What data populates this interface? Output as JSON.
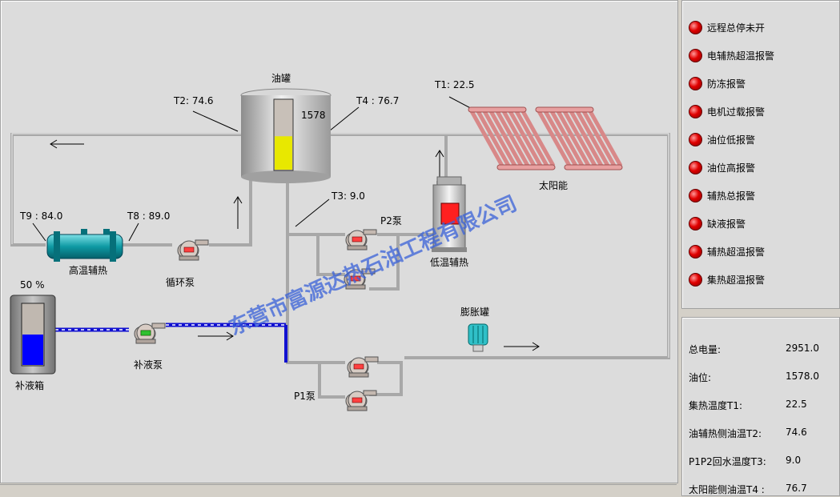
{
  "labels": {
    "oil_tank": "油罐",
    "oil_tank_level": "1578",
    "t2": "T2:   74.6",
    "t4": "T4 :  76.7",
    "t1": "T1:  22.5",
    "t3": "T3:  9.0",
    "t9": "T9 :  84.0",
    "t8": "T8 :  89.0",
    "p2_pump": "P2泵",
    "p1_pump": "P1泵",
    "high_temp_heater": "高温辅热",
    "low_temp_heater": "低温辅热",
    "circulation_pump": "循环泵",
    "refill_pump": "补液泵",
    "refill_tank": "补液箱",
    "refill_tank_level": "50  %",
    "expansion_tank": "膨胀罐",
    "solar": "太阳能"
  },
  "watermark": "东营市富源达热石油工程有限公司",
  "alarms": [
    "远程总停未开",
    "电辅热超温报警",
    "防冻报警",
    "电机过载报警",
    "油位低报警",
    "油位高报警",
    "辅热总报警",
    "缺液报警",
    "辅热超温报警",
    "集热超温报警"
  ],
  "stats": [
    {
      "label": "总电量:",
      "value": "2951.0"
    },
    {
      "label": "油位:",
      "value": "1578.0"
    },
    {
      "label": "集热温度T1:",
      "value": "22.5"
    },
    {
      "label": "油辅热侧油温T2:",
      "value": "74.6"
    },
    {
      "label": "P1P2回水温度T3:",
      "value": "9.0"
    },
    {
      "label": "太阳能侧油温T4 :",
      "value": "76.7"
    }
  ],
  "levels": {
    "oil_tank_fraction": 0.48,
    "refill_tank_fraction": 0.5
  },
  "colors": {
    "alarm_led": "#e00000",
    "refill_liquid": "#0000ff",
    "oil_liquid": "#e8e800",
    "heater": "#10a0a8",
    "solar_tube": "#d88888"
  }
}
